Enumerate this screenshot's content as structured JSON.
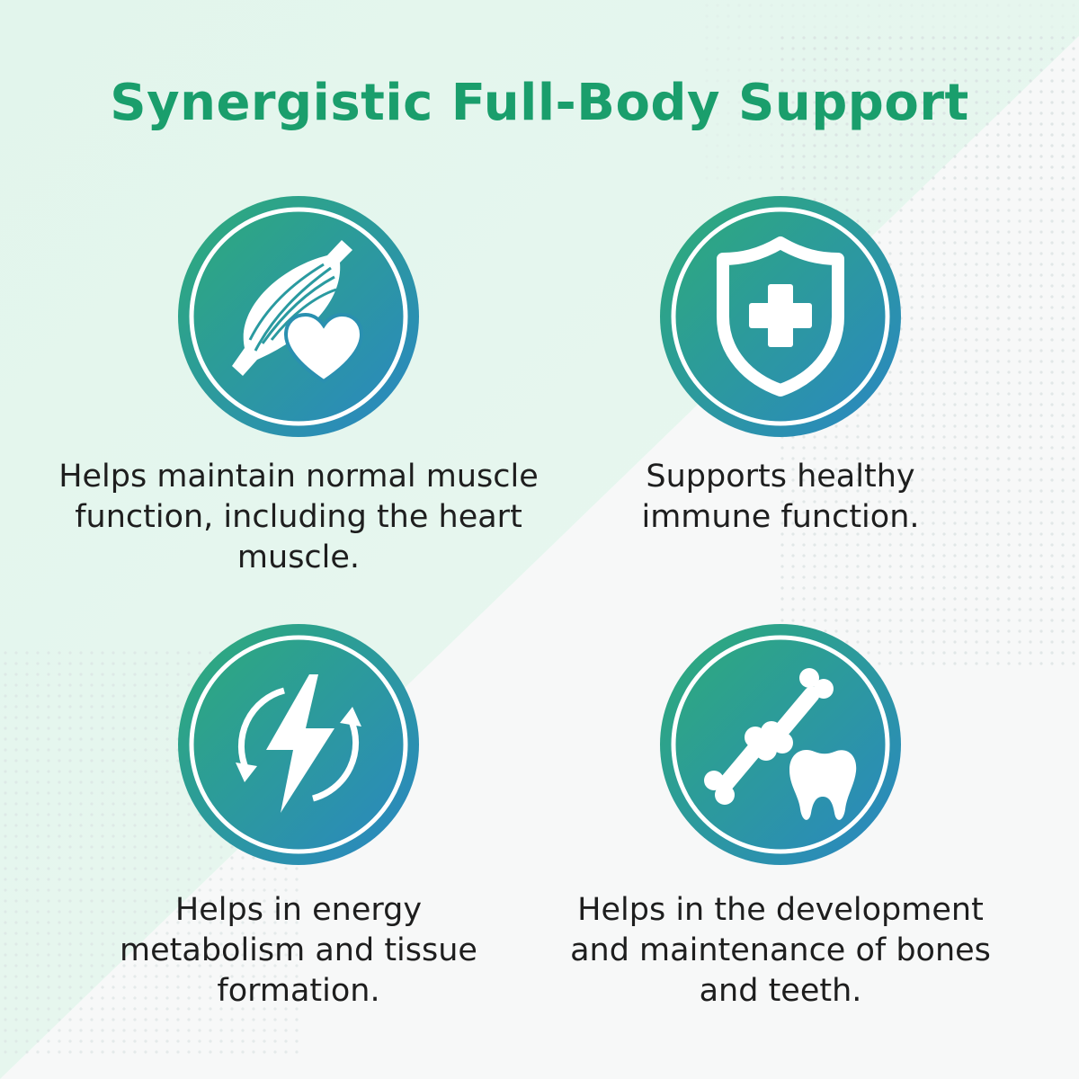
{
  "title": "Synergistic Full-Body Support",
  "colors": {
    "title": "#1a9e6c",
    "badge_top": "#2eac78",
    "badge_bottom": "#2a86c4",
    "icon": "#ffffff",
    "text": "#1e1e1e"
  },
  "features": [
    {
      "icon": "muscle-heart-icon",
      "text": "Helps maintain normal muscle function, including the heart muscle."
    },
    {
      "icon": "shield-cross-icon",
      "text": "Supports healthy immune function."
    },
    {
      "icon": "energy-cycle-icon",
      "text": "Helps in energy metabolism and tissue formation."
    },
    {
      "icon": "bone-tooth-icon",
      "text": "Helps in the development and maintenance of bones and teeth."
    }
  ]
}
